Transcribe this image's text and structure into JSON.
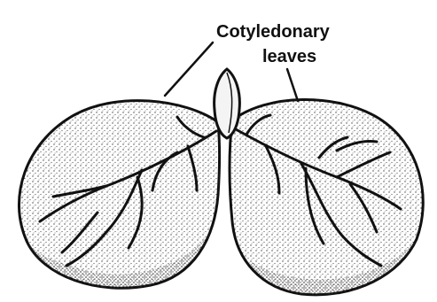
{
  "diagram": {
    "callout": {
      "line1": "Cotyledonary",
      "line2": "leaves"
    },
    "parts": [
      "left-cotyledon",
      "right-cotyledon",
      "plumule"
    ],
    "colors": {
      "ink": "#111111",
      "stipple": "#444444",
      "background": "#ffffff"
    }
  }
}
